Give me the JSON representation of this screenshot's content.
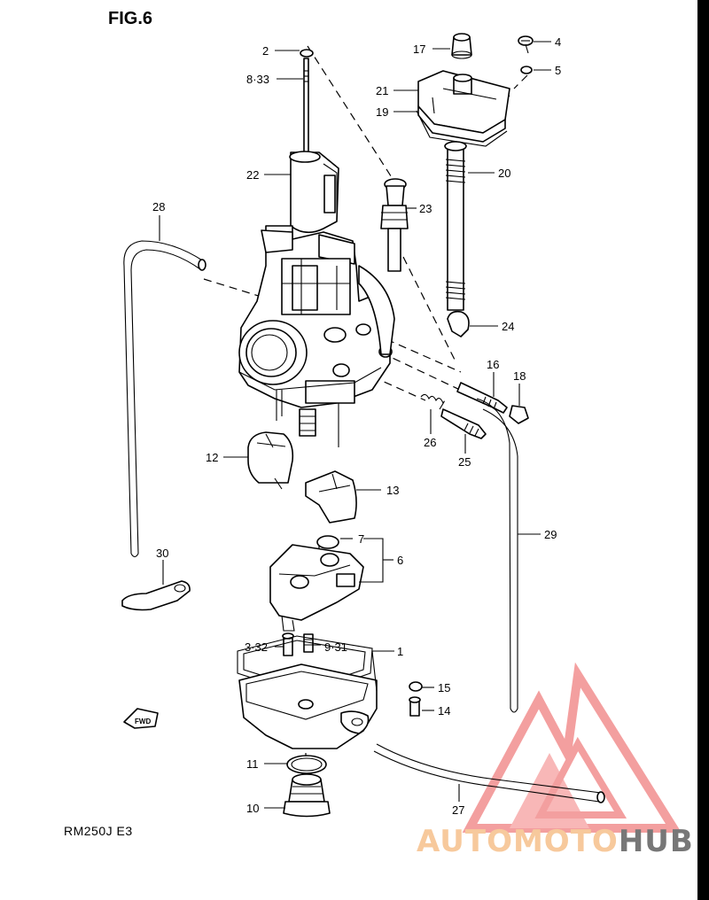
{
  "figure": {
    "title": "FIG.6",
    "model": "RM250J  E3"
  },
  "watermark": {
    "brand_part1": "AUTOMOTO",
    "brand_part2": "HUB",
    "color_part1": "#f7c99c",
    "color_part2": "#777777",
    "logo_color": "#f08080"
  },
  "callouts": {
    "c2": "2",
    "c833": "8·33",
    "c17": "17",
    "c4": "4",
    "c5": "5",
    "c21": "21",
    "c19": "19",
    "c22": "22",
    "c20": "20",
    "c23": "23",
    "c28": "28",
    "c24": "24",
    "c16": "16",
    "c18": "18",
    "c12": "12",
    "c26": "26",
    "c25": "25",
    "c13": "13",
    "c29": "29",
    "c7": "7",
    "c6": "6",
    "c30": "30",
    "c332": "3·32",
    "c931": "9·31",
    "c1": "1",
    "c15": "15",
    "c14": "14",
    "c11": "11",
    "c10": "10",
    "c27": "27"
  },
  "direction_marker": "FWD"
}
